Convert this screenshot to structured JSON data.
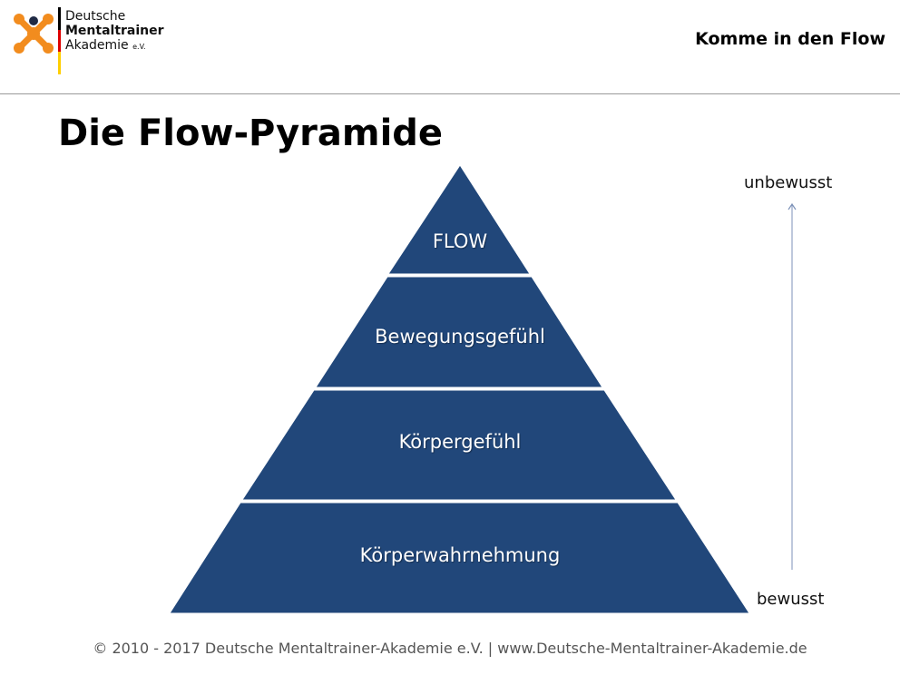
{
  "header": {
    "logo": {
      "line1": "Deutsche",
      "line2": "Mentaltrainer",
      "line3": "Akademie",
      "suffix": "e.V.",
      "colors": {
        "mark": "#f28c1e",
        "flag_black": "#000000",
        "flag_red": "#dd0000",
        "flag_gold": "#ffce00"
      },
      "icon": "people-network-logo"
    },
    "title": "Komme in den Flow"
  },
  "page": {
    "title": "Die Flow-Pyramide"
  },
  "pyramid": {
    "fill_color": "#21477a",
    "levels": [
      {
        "label": "FLOW"
      },
      {
        "label": "Bewegungsgefühl"
      },
      {
        "label": "Körpergefühl"
      },
      {
        "label": "Körperwahrnehmung"
      }
    ]
  },
  "axis": {
    "top_label": "unbewusst",
    "bottom_label": "bewusst",
    "arrow_color": "#7d92b8"
  },
  "footer": {
    "text": "© 2010 - 2017  Deutsche Mentaltrainer-Akademie e.V. | www.Deutsche-Mentaltrainer-Akademie.de"
  }
}
